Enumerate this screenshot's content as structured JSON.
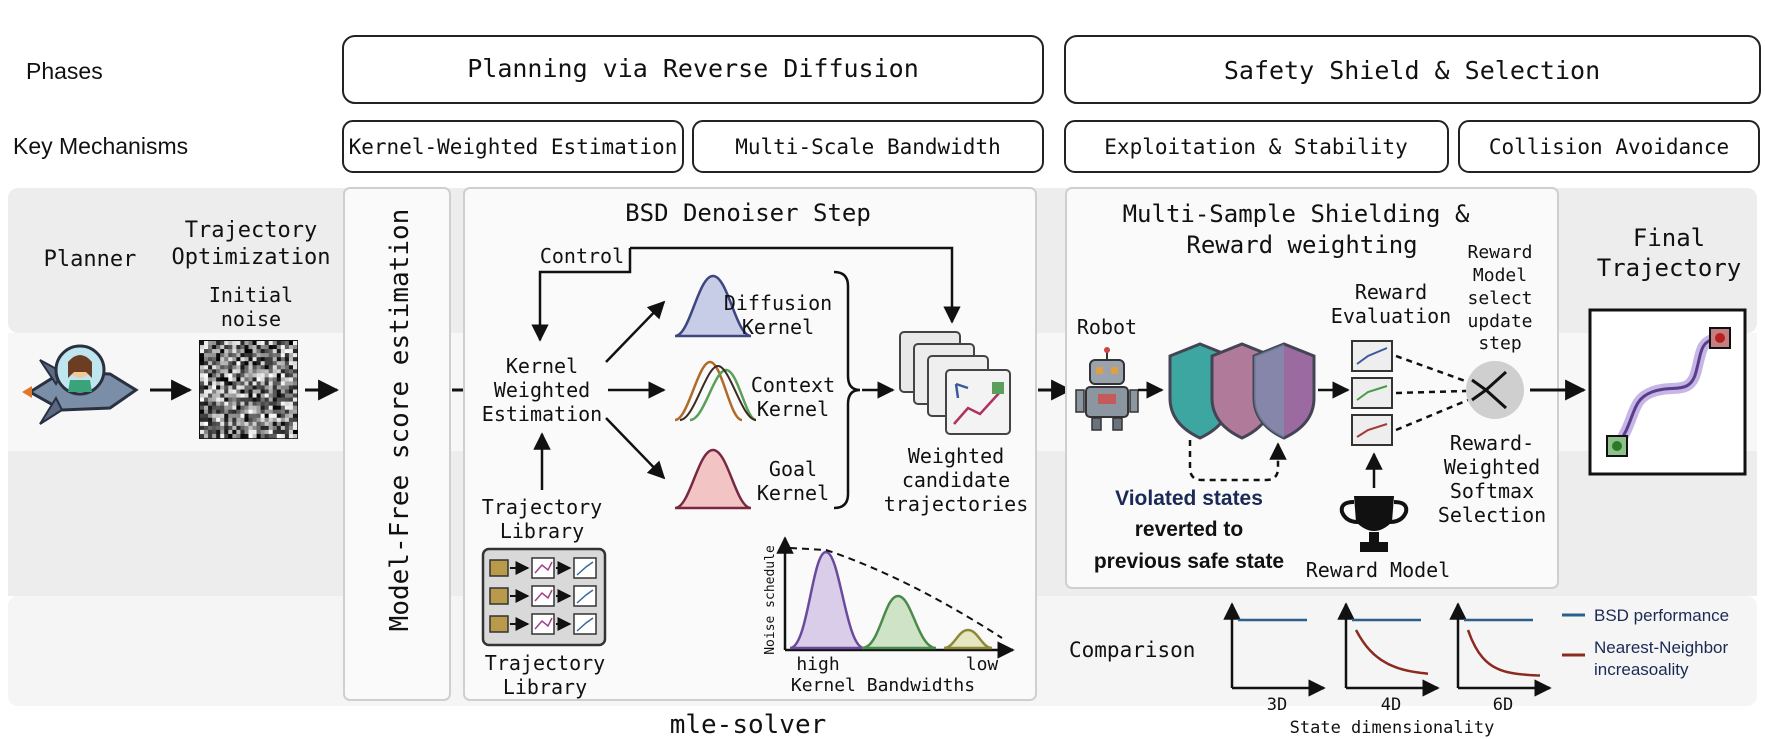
{
  "header": {
    "phases_label": "Phases",
    "mechanisms_label": "Key Mechanisms",
    "phase_planning": "Planning via Reverse Diffusion",
    "phase_safety": "Safety Shield & Selection",
    "mech_kernel_weighted": "Kernel-Weighted Estimation",
    "mech_multiscale": "Multi-Scale Bandwidth",
    "mech_exploitation": "Exploitation & Stability",
    "mech_collision": "Collision Avoidance"
  },
  "left": {
    "planner": "Planner",
    "traj_opt_line1": "Trajectory",
    "traj_opt_line2": "Optimization",
    "noise_line1": "Initial",
    "noise_line2": "noise"
  },
  "model_free": "Model-Free score estimation",
  "denoiser": {
    "title": "BSD Denoiser Step",
    "control": "Control",
    "kwe_line1": "Kernel",
    "kwe_line2": "Weighted",
    "kwe_line3": "Estimation",
    "diffusion_line1": "Diffusion",
    "diffusion_line2": "Kernel",
    "context_line1": "Context",
    "context_line2": "Kernel",
    "goal_line1": "Goal",
    "goal_line2": "Kernel",
    "weighted_line1": "Weighted",
    "weighted_line2": "candidate",
    "weighted_line3": "trajectories",
    "library_line1": "Trajectory",
    "library_line2": "Library",
    "library_bottom_line1": "Trajectory",
    "library_bottom_line2": "Library",
    "noise_schedule": "Noise schedule",
    "high": "high",
    "low": "low",
    "bandwidths": "Kernel Bandwidths"
  },
  "footer_label": "mle-solver",
  "shielding": {
    "title_line1": "Multi-Sample Shielding &",
    "title_line2": "Reward weighting",
    "robot": "Robot",
    "reward_eval_line1": "Reward",
    "reward_eval_line2": "Evaluation",
    "rm_line1": "Reward",
    "rm_line2": "Model",
    "rm_line3": "select",
    "rm_line4": "update",
    "rm_line5": "step",
    "violated_line1": "Violated states",
    "violated_line2": "reverted to",
    "violated_line3": "previous safe state",
    "reward_model": "Reward Model",
    "softmax_line1": "Reward-",
    "softmax_line2": "Weighted",
    "softmax_line3": "Softmax",
    "softmax_line4": "Selection"
  },
  "final": {
    "line1": "Final",
    "line2": "Trajectory"
  },
  "comparison": {
    "label": "Comparison",
    "legend_bsd": "BSD performance",
    "legend_nn_line1": "Nearest-Neighbor",
    "legend_nn_line2": "increasoality",
    "dim_3d": "3D",
    "dim_4d": "4D",
    "dim_6d": "6D",
    "xlabel": "State dimensionality",
    "colors": {
      "bsd": "#2c5f8a",
      "nn": "#8b2a1e"
    }
  }
}
